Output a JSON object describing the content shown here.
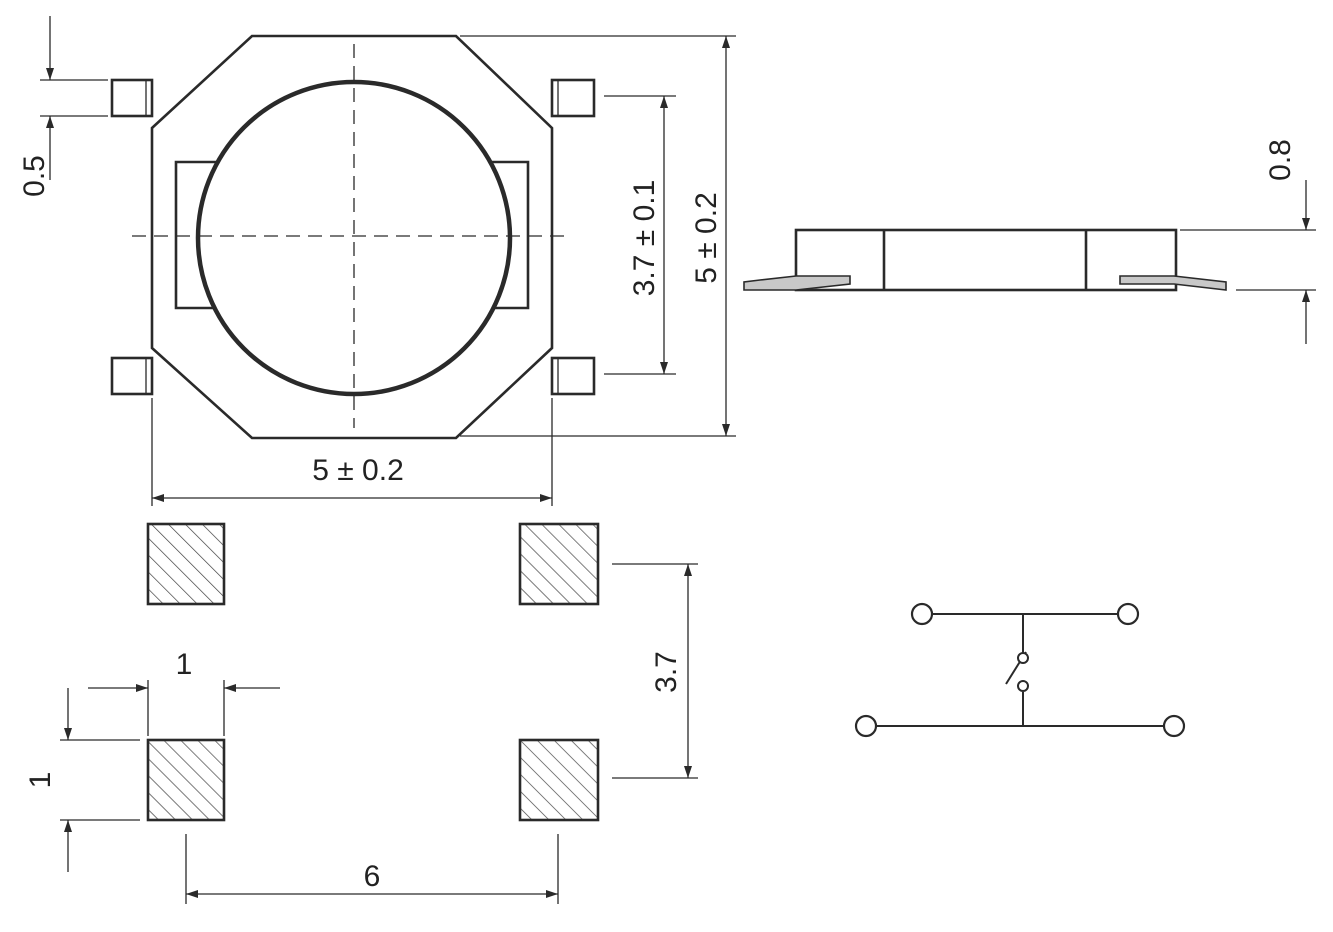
{
  "top_view": {
    "width_label": "5 ± 0.2",
    "height_label": "5 ± 0.2",
    "inner_label": "3.7 ± 0.1",
    "pin_label": "0.5"
  },
  "side_view": {
    "thickness_label": "0.8"
  },
  "footprint": {
    "pad_width_label": "1",
    "pad_height_label": "1",
    "pitch_x_label": "6",
    "pitch_y_label": "3.7"
  },
  "colors": {
    "line": "#2a2a2a",
    "lead_fill": "#c8c8c8"
  }
}
